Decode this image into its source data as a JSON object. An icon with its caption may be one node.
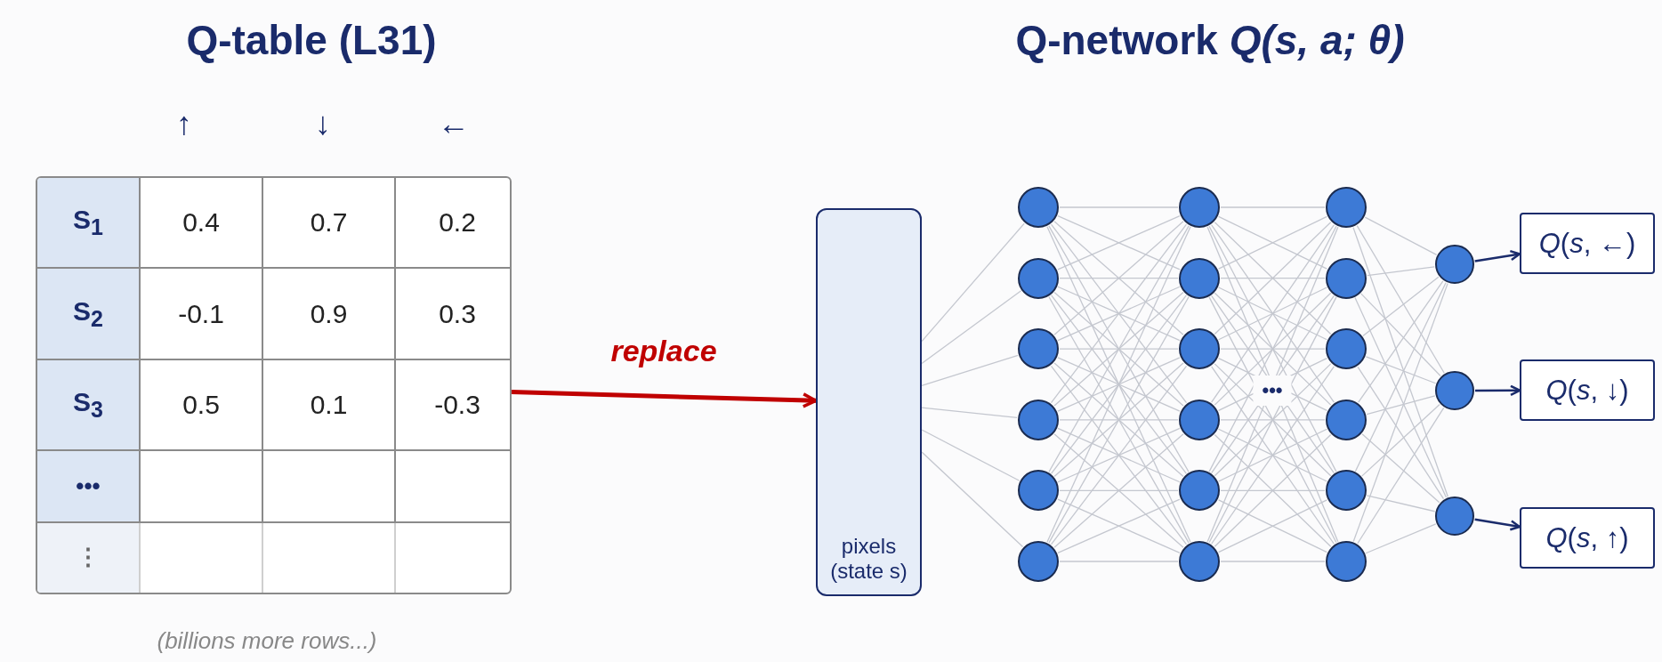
{
  "diagram": {
    "nodes": [
      {
        "text": [],
        "shape": "box"
      },
      {
        "text": [
          "pixels (state s)"
        ]
      },
      {
        "text": [],
        "shape": "circle"
      },
      {
        "text": [],
        "shape": "circle"
      },
      {
        "text": [],
        "shape": "circle"
      },
      {
        "text": [],
        "shape": "circle"
      },
      {
        "text": [],
        "shape": "circle"
      },
      {
        "text": [],
        "shape": "circle"
      },
      {
        "text": [],
        "shape": "circle"
      },
      {
        "text": [],
        "shape": "circle"
      },
      {
        "text": [],
        "shape": "circle"
      },
      {
        "text": [],
        "shape": "circle"
      },
      {
        "text": [],
        "shape": "circle"
      },
      {
        "text": [],
        "shape": "circle"
      },
      {
        "text": [],
        "shape": "circle"
      },
      {
        "text": [],
        "shape": "circle"
      },
      {
        "text": [],
        "shape": "circle"
      },
      {
        "text": [],
        "shape": "circle"
      },
      {
        "text": [],
        "shape": "circle"
      },
      {
        "text": [],
        "shape": "circle"
      },
      {
        "text": [],
        "shape": "circle"
      },
      {
        "text": [],
        "shape": "circle"
      },
      {
        "text": [],
        "shape": "circle"
      },
      {
        "text": [
          "*Q*(*s*, ←)"
        ]
      },
      {
        "text": [
          "*Q*(*s*, ↓)"
        ]
      },
      {
        "text": [
          "*Q*(*s*, ↑)"
        ]
      }
    ],
    "edges": [
      {
        "from": 0,
        "to": 1,
        "arrow": "to",
        "label": "replace",
        "style": "thick",
        "color": "#c00000"
      },
      {
        "from": 1,
        "to": 2,
        "arrow": "none"
      },
      {
        "from": 1,
        "to": 3,
        "arrow": "none"
      },
      {
        "from": 1,
        "to": 4,
        "arrow": "none"
      },
      {
        "from": 1,
        "to": 5,
        "arrow": "none"
      },
      {
        "from": 1,
        "to": 6,
        "arrow": "none"
      },
      {
        "from": 1,
        "to": 7,
        "arrow": "none"
      },
      {
        "from": 2,
        "to": 8,
        "arrow": "none"
      },
      {
        "from": 2,
        "to": 9,
        "arrow": "none"
      },
      {
        "from": 2,
        "to": 10,
        "arrow": "none"
      },
      {
        "from": 2,
        "to": 11,
        "arrow": "none"
      },
      {
        "from": 2,
        "to": 12,
        "arrow": "none"
      },
      {
        "from": 2,
        "to": 13,
        "arrow": "none"
      },
      {
        "from": 3,
        "to": 8,
        "arrow": "none"
      },
      {
        "from": 3,
        "to": 9,
        "arrow": "none"
      },
      {
        "from": 3,
        "to": 10,
        "arrow": "none"
      },
      {
        "from": 3,
        "to": 11,
        "arrow": "none"
      },
      {
        "from": 3,
        "to": 12,
        "arrow": "none"
      },
      {
        "from": 3,
        "to": 13,
        "arrow": "none"
      },
      {
        "from": 4,
        "to": 8,
        "arrow": "none"
      },
      {
        "from": 4,
        "to": 9,
        "arrow": "none"
      },
      {
        "from": 4,
        "to": 10,
        "arrow": "none"
      },
      {
        "from": 4,
        "to": 11,
        "arrow": "none"
      },
      {
        "from": 4,
        "to": 12,
        "arrow": "none"
      },
      {
        "from": 4,
        "to": 13,
        "arrow": "none"
      },
      {
        "from": 5,
        "to": 8,
        "arrow": "none"
      },
      {
        "from": 5,
        "to": 9,
        "arrow": "none"
      },
      {
        "from": 5,
        "to": 10,
        "arrow": "none"
      },
      {
        "from": 5,
        "to": 11,
        "arrow": "none"
      },
      {
        "from": 5,
        "to": 12,
        "arrow": "none"
      },
      {
        "from": 5,
        "to": 13,
        "arrow": "none"
      },
      {
        "from": 6,
        "to": 8,
        "arrow": "none"
      },
      {
        "from": 6,
        "to": 9,
        "arrow": "none"
      },
      {
        "from": 6,
        "to": 10,
        "arrow": "none"
      },
      {
        "from": 6,
        "to": 11,
        "arrow": "none"
      },
      {
        "from": 6,
        "to": 12,
        "arrow": "none"
      },
      {
        "from": 6,
        "to": 13,
        "arrow": "none"
      },
      {
        "from": 7,
        "to": 8,
        "arrow": "none"
      },
      {
        "from": 7,
        "to": 9,
        "arrow": "none"
      },
      {
        "from": 7,
        "to": 10,
        "arrow": "none"
      },
      {
        "from": 7,
        "to": 11,
        "arrow": "none"
      },
      {
        "from": 7,
        "to": 12,
        "arrow": "none"
      },
      {
        "from": 7,
        "to": 13,
        "arrow": "none"
      },
      {
        "from": 8,
        "to": 14,
        "arrow": "none"
      },
      {
        "from": 8,
        "to": 15,
        "arrow": "none"
      },
      {
        "from": 8,
        "to": 16,
        "arrow": "none"
      },
      {
        "from": 8,
        "to": 17,
        "arrow": "none"
      },
      {
        "from": 8,
        "to": 18,
        "arrow": "none"
      },
      {
        "from": 8,
        "to": 19,
        "arrow": "none"
      },
      {
        "from": 9,
        "to": 14,
        "arrow": "none"
      },
      {
        "from": 9,
        "to": 15,
        "arrow": "none"
      },
      {
        "from": 9,
        "to": 16,
        "arrow": "none"
      },
      {
        "from": 9,
        "to": 17,
        "arrow": "none"
      },
      {
        "from": 9,
        "to": 18,
        "arrow": "none"
      },
      {
        "from": 9,
        "to": 19,
        "arrow": "none"
      },
      {
        "from": 10,
        "to": 14,
        "arrow": "none"
      },
      {
        "from": 10,
        "to": 15,
        "arrow": "none"
      },
      {
        "from": 10,
        "to": 16,
        "arrow": "none"
      },
      {
        "from": 10,
        "to": 17,
        "arrow": "none"
      },
      {
        "from": 10,
        "to": 18,
        "arrow": "none"
      },
      {
        "from": 10,
        "to": 19,
        "arrow": "none"
      },
      {
        "from": 11,
        "to": 14,
        "arrow": "none"
      },
      {
        "from": 11,
        "to": 15,
        "arrow": "none"
      },
      {
        "from": 11,
        "to": 16,
        "arrow": "none"
      },
      {
        "from": 11,
        "to": 17,
        "arrow": "none"
      },
      {
        "from": 11,
        "to": 18,
        "arrow": "none"
      },
      {
        "from": 11,
        "to": 19,
        "arrow": "none"
      },
      {
        "from": 12,
        "to": 14,
        "arrow": "none"
      },
      {
        "from": 12,
        "to": 15,
        "arrow": "none"
      },
      {
        "from": 12,
        "to": 16,
        "arrow": "none"
      },
      {
        "from": 12,
        "to": 17,
        "arrow": "none"
      },
      {
        "from": 12,
        "to": 18,
        "arrow": "none"
      },
      {
        "from": 12,
        "to": 19,
        "arrow": "none"
      },
      {
        "from": 13,
        "to": 14,
        "arrow": "none"
      },
      {
        "from": 13,
        "to": 15,
        "arrow": "none"
      },
      {
        "from": 13,
        "to": 16,
        "arrow": "none"
      },
      {
        "from": 13,
        "to": 17,
        "arrow": "none"
      },
      {
        "from": 13,
        "to": 18,
        "arrow": "none"
      },
      {
        "from": 13,
        "to": 19,
        "arrow": "none"
      },
      {
        "from": 14,
        "to": 20,
        "arrow": "none"
      },
      {
        "from": 14,
        "to": 21,
        "arrow": "none"
      },
      {
        "from": 14,
        "to": 22,
        "arrow": "none"
      },
      {
        "from": 15,
        "to": 20,
        "arrow": "none"
      },
      {
        "from": 15,
        "to": 21,
        "arrow": "none"
      },
      {
        "from": 15,
        "to": 22,
        "arrow": "none"
      },
      {
        "from": 16,
        "to": 20,
        "arrow": "none"
      },
      {
        "from": 16,
        "to": 21,
        "arrow": "none"
      },
      {
        "from": 16,
        "to": 22,
        "arrow": "none"
      },
      {
        "from": 17,
        "to": 20,
        "arrow": "none"
      },
      {
        "from": 17,
        "to": 21,
        "arrow": "none"
      },
      {
        "from": 17,
        "to": 22,
        "arrow": "none"
      },
      {
        "from": 18,
        "to": 20,
        "arrow": "none"
      },
      {
        "from": 18,
        "to": 21,
        "arrow": "none"
      },
      {
        "from": 18,
        "to": 22,
        "arrow": "none"
      },
      {
        "from": 19,
        "to": 20,
        "arrow": "none"
      },
      {
        "from": 19,
        "to": 21,
        "arrow": "none"
      },
      {
        "from": 19,
        "to": 22,
        "arrow": "none"
      },
      {
        "from": 20,
        "to": 23,
        "arrow": "to",
        "color": "#1a2b6b"
      },
      {
        "from": 21,
        "to": 24,
        "arrow": "to",
        "color": "#1a2b6b"
      },
      {
        "from": 22,
        "to": 25,
        "arrow": "to",
        "color": "#1a2b6b"
      }
    ],
    "labels": [
      "Q-table (L31)",
      "↑",
      "↓",
      "←",
      "S$_{1}$",
      "0.4",
      "0.7",
      "0.2",
      "S$_{2}$",
      "-0.1",
      "0.9",
      "0.3",
      "S$_{3}$",
      "0.5",
      "0.1",
      "-0.3",
      "•••",
      "⋮",
      "(billions more rows...)",
      "Q-network  *Q(s, a; θ)*",
      "•••"
    ]
  }
}
